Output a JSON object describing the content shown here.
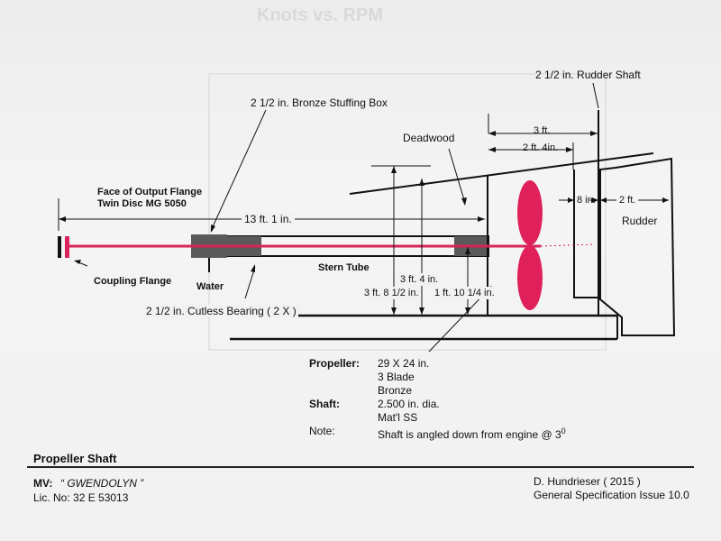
{
  "background_title": "Knots vs. RPM",
  "labels": {
    "rudder_shaft": "2 1/2 in. Rudder Shaft",
    "stuffing_box": "2 1/2 in. Bronze Stuffing Box",
    "deadwood": "Deadwood",
    "dim_3ft": "3 ft.",
    "dim_2ft4in": "2 ft. 4in.",
    "face_flange_line1": "Face of Output Flange",
    "face_flange_line2": "Twin Disc MG 5050",
    "dim_13ft1in": "13 ft. 1 in.",
    "dim_8in": "8 in.",
    "dim_2ft": "2 ft.",
    "rudder": "Rudder",
    "coupling_flange": "Coupling Flange",
    "water": "Water",
    "stern_tube": "Stern Tube",
    "dim_3ft4in": "3 ft. 4 in.",
    "dim_3ft8_5in": "3 ft. 8 1/2 in.",
    "dim_1ft10_25in": "1 ft. 10 1/4 in.",
    "cutless_bearing": "2 1/2 in. Cutless Bearing ( 2 X )"
  },
  "specs": {
    "propeller_label": "Propeller:",
    "propeller_size": "29 X 24 in.",
    "propeller_blades": "3 Blade",
    "propeller_material": "Bronze",
    "shaft_label": "Shaft:",
    "shaft_dia": "2.500 in. dia.",
    "shaft_material": "Mat'l SS",
    "note_label": "Note:",
    "note_text": "Shaft is angled down from engine @ 3",
    "note_degree": "0"
  },
  "footer": {
    "title": "Propeller Shaft",
    "mv_label": "MV:",
    "mv_name": "“ GWENDOLYN ”",
    "lic": "Lic. No: 32 E 53013",
    "author": "D. Hundrieser ( 2015 )",
    "spec": "General Specification Issue 10.0"
  },
  "colors": {
    "shaft": "#d8245a",
    "propeller": "#e0205a",
    "bearing": "#555555",
    "line": "#111111"
  }
}
